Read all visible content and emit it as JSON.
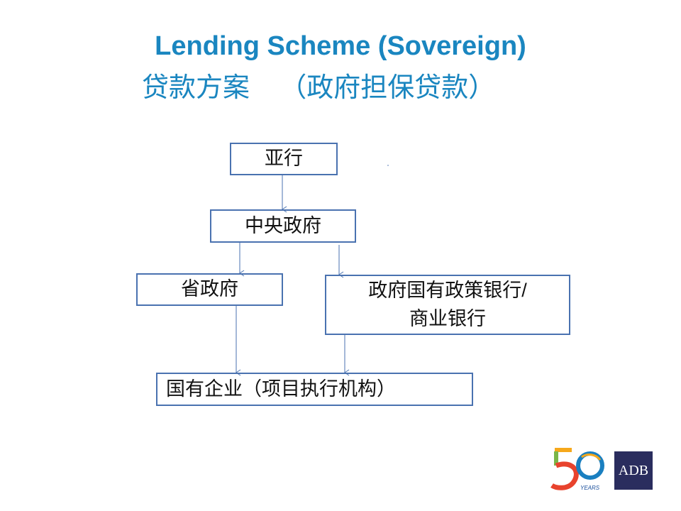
{
  "title": "Lending Scheme (Sovereign)",
  "subtitle": "贷款方案    （政府担保贷款）",
  "nodes": {
    "adb": "亚行",
    "central": "中央政府",
    "provincial": "省政府",
    "banks_line1": "政府国有政策银行/",
    "banks_line2": "商业银行",
    "soe": "国有企业（项目执行机构）"
  },
  "logo": {
    "years": "YEARS",
    "adb": "ADB"
  },
  "colors": {
    "title": "#1a86c0",
    "border": "#4a72b0",
    "adb_logo_bg": "#2a2d5e"
  }
}
